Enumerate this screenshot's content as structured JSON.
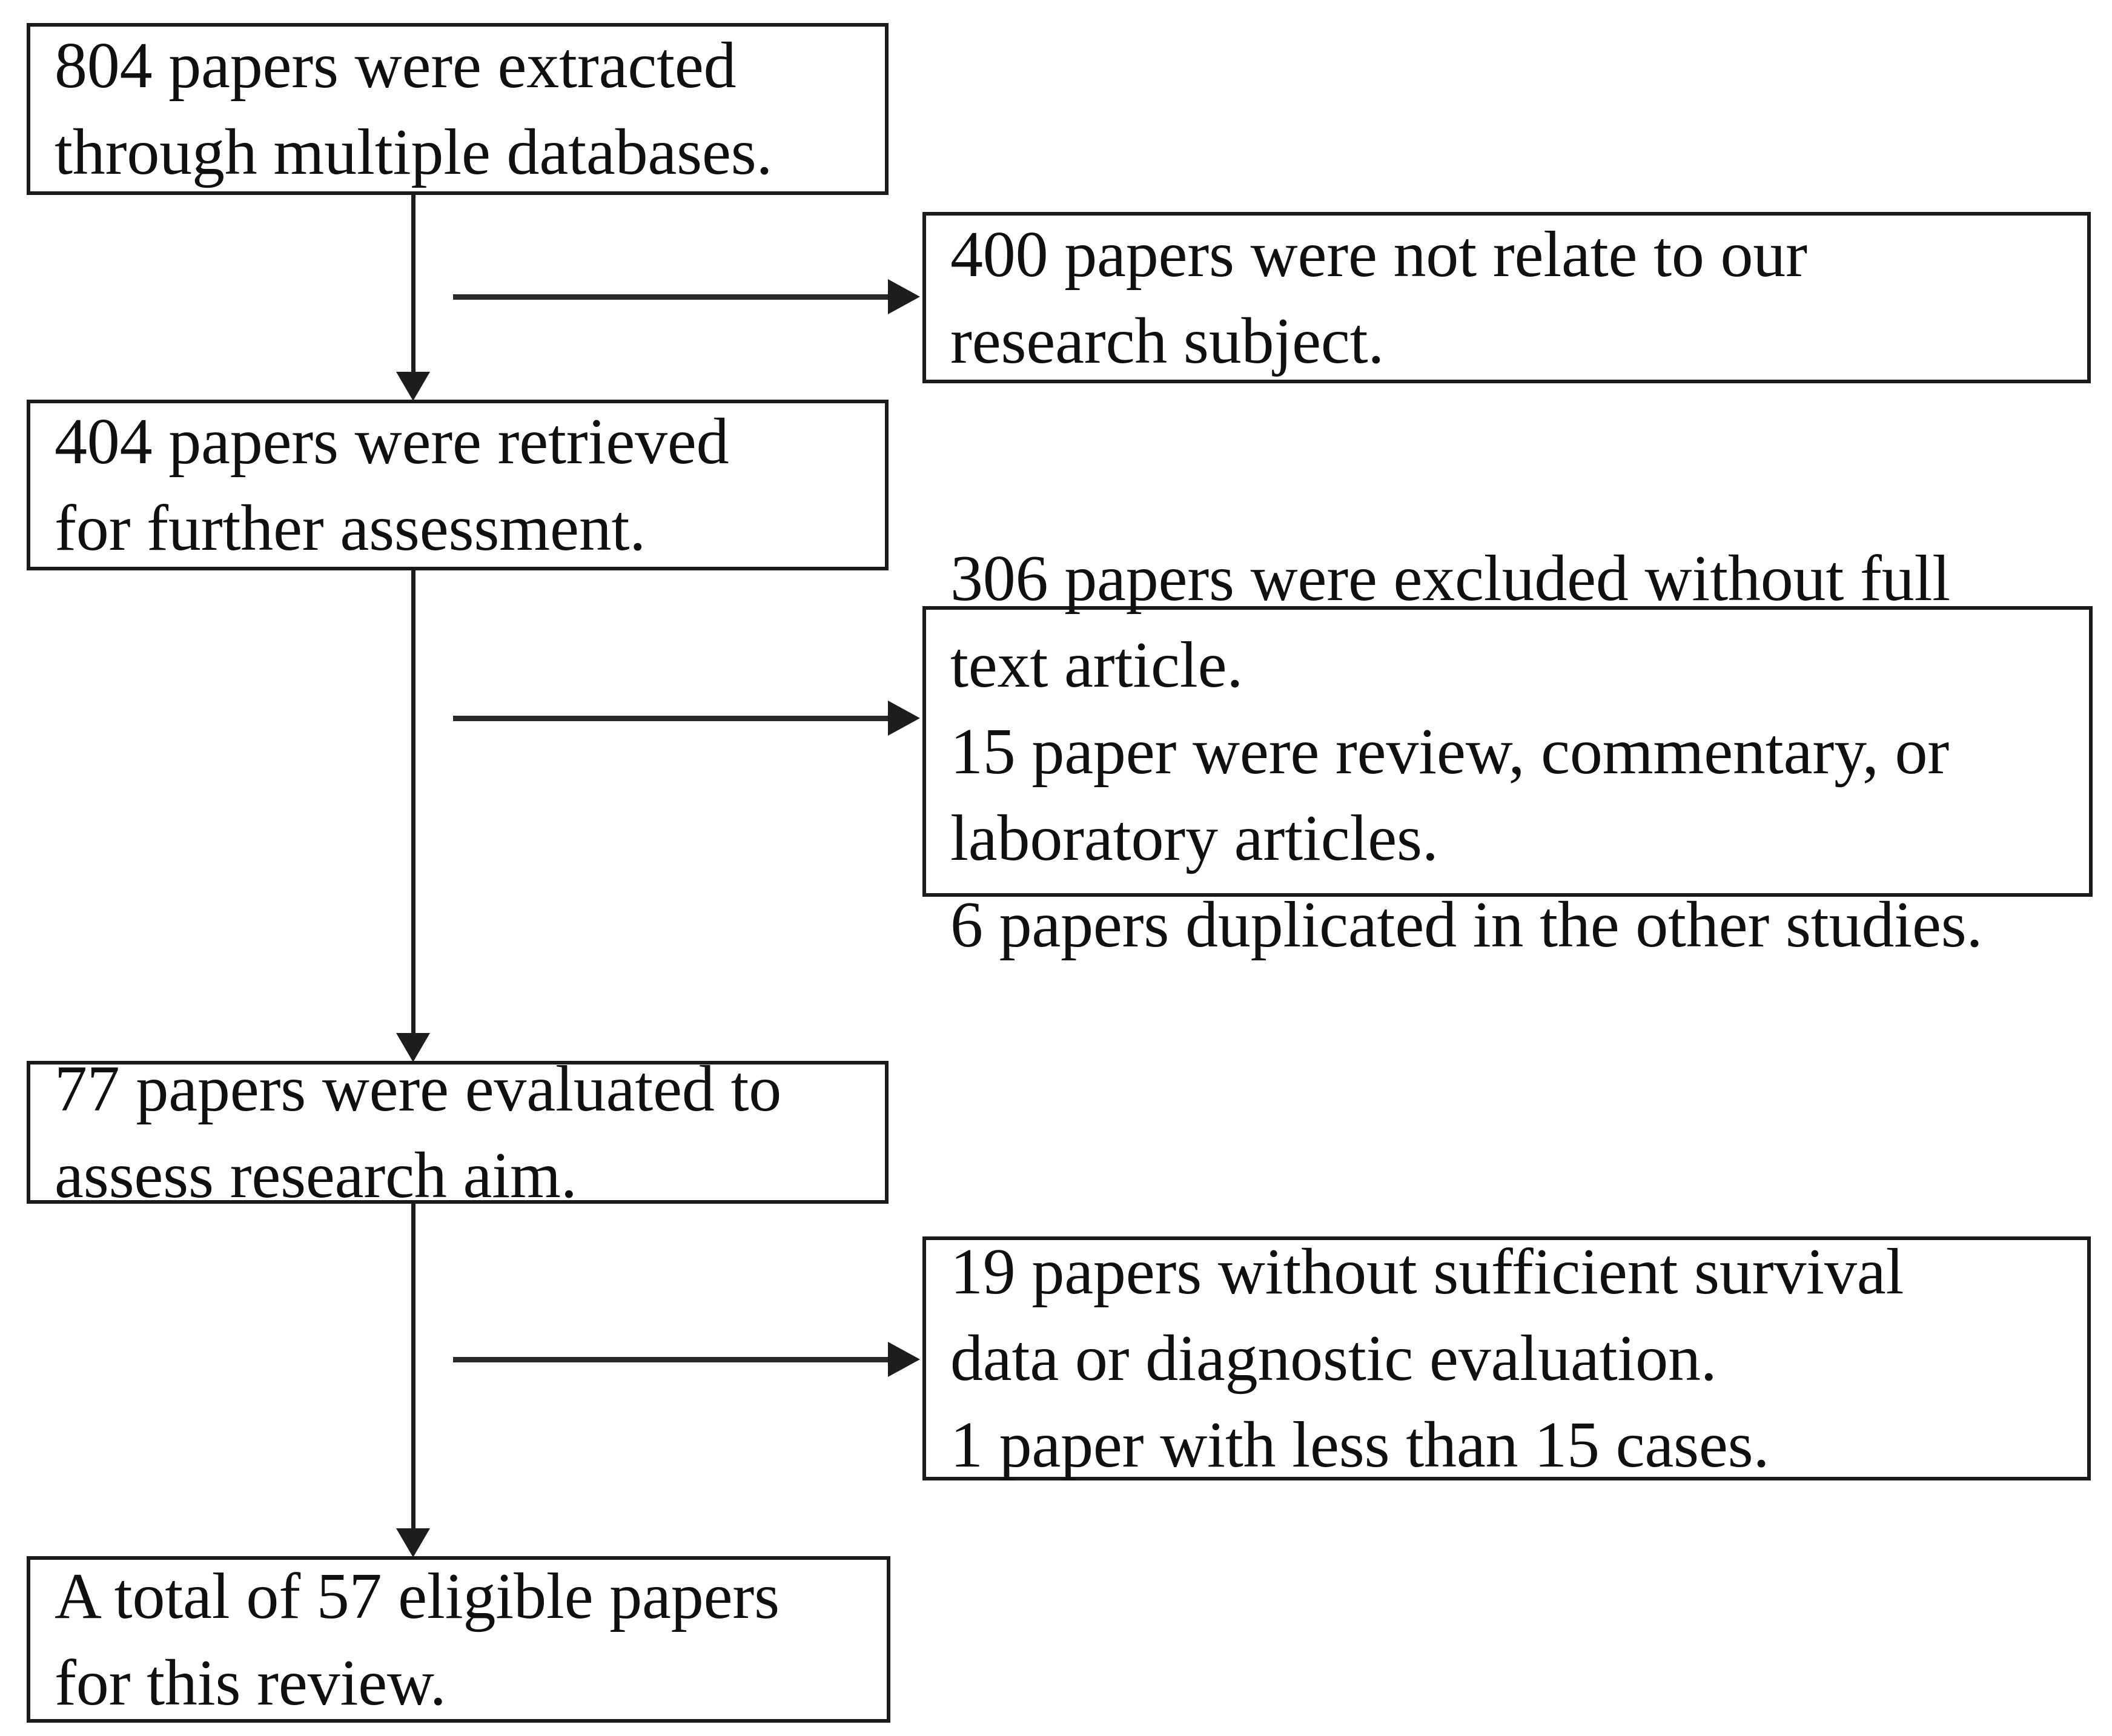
{
  "diagram": {
    "type": "prisma-flow-diagram",
    "orientation": "top-to-bottom",
    "colors": {
      "box_border": "#1a1a1a",
      "connector": "#1d1d1d",
      "background": "#ffffff",
      "text": "#101010"
    },
    "flow_boxes": [
      {
        "id": "extracted",
        "lines": [
          "804 papers were extracted",
          "through multiple databases."
        ],
        "count": 804
      },
      {
        "id": "retrieved",
        "lines": [
          "404 papers were retrieved",
          "for further assessment."
        ],
        "count": 404
      },
      {
        "id": "evaluated",
        "lines": [
          "77 papers were evaluated to",
          "assess research aim."
        ],
        "count": 77
      },
      {
        "id": "eligible",
        "lines": [
          "A total of 57 eligible papers",
          "for this review."
        ],
        "count": 57
      }
    ],
    "exclusion_boxes": [
      {
        "id": "excluded-unrelated",
        "lines": [
          "400 papers were not relate to our",
          "research subject."
        ],
        "counts": [
          400
        ]
      },
      {
        "id": "excluded-fulltext",
        "lines": [
          "306 papers were excluded without full",
          "text article.",
          "15 paper were review, commentary, or",
          "laboratory articles.",
          "6 papers duplicated in the other studies."
        ],
        "counts": [
          306,
          15,
          6
        ]
      },
      {
        "id": "excluded-survival",
        "lines": [
          "19 papers without sufficient survival",
          "data or diagnostic evaluation.",
          "1 paper with less than 15 cases."
        ],
        "counts": [
          19,
          1
        ]
      }
    ],
    "connectors": {
      "vertical_arrow_icon": "arrow-down-icon",
      "horizontal_arrow_icon": "arrow-right-icon"
    }
  }
}
